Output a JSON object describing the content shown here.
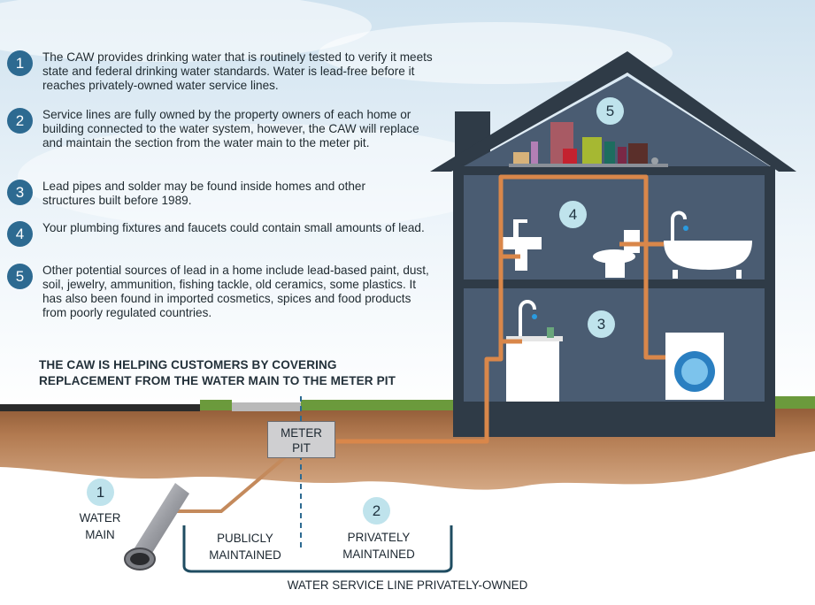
{
  "steps": [
    {
      "num": "1",
      "text": "The CAW provides drinking water that is routinely tested to verify it meets state and federal drinking water standards. Water is lead-free before it reaches privately-owned water service lines."
    },
    {
      "num": "2",
      "text": "Service lines are fully owned by the property owners of each home or building connected to the water system, however, the CAW will replace and maintain the section from the water main to the meter pit."
    },
    {
      "num": "3",
      "text": "Lead pipes and solder may be found inside homes and other structures built before 1989."
    },
    {
      "num": "4",
      "text": "Your plumbing fixtures and faucets could contain small amounts of lead."
    },
    {
      "num": "5",
      "text": "Other potential sources of lead in a home include lead-based paint, dust, soil, jewelry, ammunition, fishing tackle, old ceramics, some plastics. It has also been found in imported cosmetics, spices and food products from poorly regulated countries."
    }
  ],
  "heading": {
    "line1": "THE CAW IS HELPING CUSTOMERS BY COVERING",
    "line2": "REPLACEMENT FROM THE WATER MAIN TO THE METER PIT"
  },
  "meter_pit": {
    "line1": "METER",
    "line2": "PIT"
  },
  "water_main": {
    "num": "1",
    "line1": "WATER",
    "line2": "MAIN"
  },
  "public": {
    "line1": "PUBLICLY",
    "line2": "MAINTAINED"
  },
  "private": {
    "num": "2",
    "line1": "PRIVATELY",
    "line2": "MAINTAINED"
  },
  "footer": "WATER SERVICE LINE PRIVATELY-OWNED",
  "house_badges": {
    "attic": "5",
    "upper": "4",
    "lower": "3"
  },
  "colors": {
    "badge_dark": "#2d6a91",
    "badge_light": "#bfe3ec",
    "house_wall": "#2f3b47",
    "room": "#4a5c72",
    "soil": "#a06c45",
    "copper_pipe": "#d9874a"
  }
}
